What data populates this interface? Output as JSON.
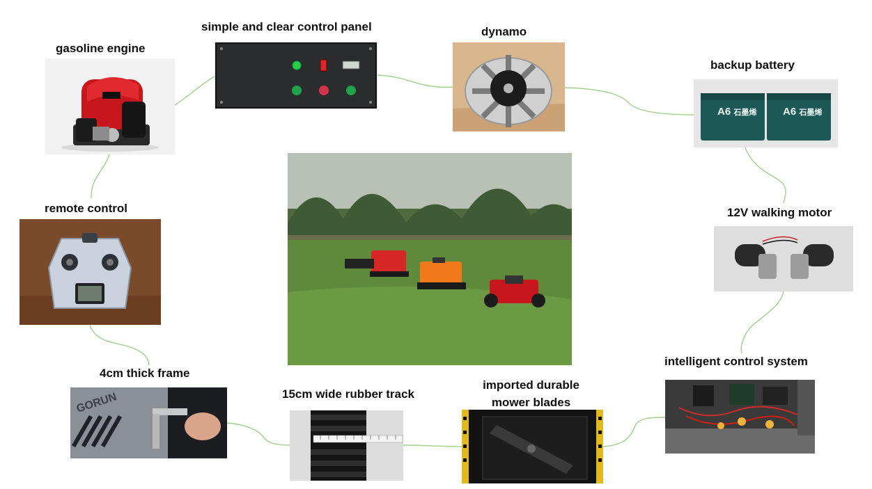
{
  "labels": {
    "gasoline_engine": "gasoline engine",
    "control_panel": "simple and clear control panel",
    "dynamo": "dynamo",
    "backup_battery": "backup battery",
    "remote_control": "remote control",
    "walking_motor": "12V walking motor",
    "intelligent_control": "intelligent control system",
    "frame": "4cm thick frame",
    "rubber_track": "15cm wide rubber track",
    "blades_line1": "imported durable",
    "blades_line2": "mower blades"
  },
  "battery_text": {
    "model": "A6",
    "brand": "石墨烯"
  },
  "frame_brand": "GORUN",
  "colors": {
    "connector": "#9fd08c",
    "engine_red": "#c8161d",
    "panel_dark": "#2b2c2e",
    "battery_teal": "#1d5a57",
    "mower_orange": "#f07a1a",
    "blade_frame_yellow": "#e2b81c"
  }
}
